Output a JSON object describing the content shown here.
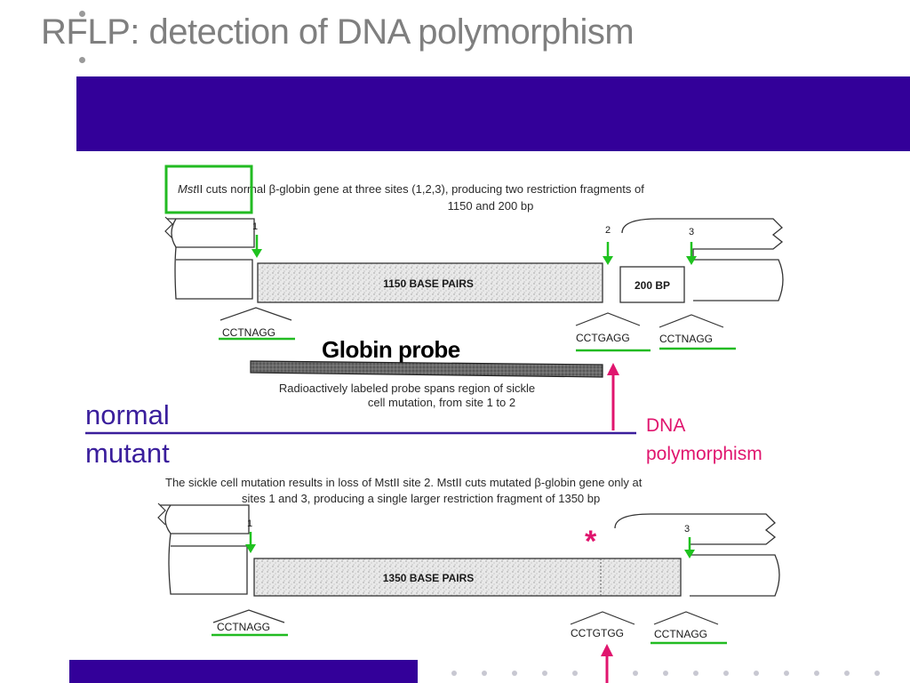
{
  "slide": {
    "title": "RFLP: detection of DNA polymorphism"
  },
  "colors": {
    "banner": "#330099",
    "highlight_green": "#22bb22",
    "arrow_green": "#1fc21f",
    "mutation_pink": "#e0156e",
    "label_purple": "#3a1e9c",
    "title_gray": "#7f7f7f"
  },
  "normal_gene": {
    "caption_line1_italic": "Mst",
    "caption_line1_rest": "II cuts normal β-globin gene at three sites (1,2,3), producing two restriction fragments of",
    "caption_line2": "1150 and 200 bp",
    "site_numbers": [
      "1",
      "2",
      "3"
    ],
    "fragment_large": "1150 BASE PAIRS",
    "fragment_small": "200 BP",
    "site_sequences": [
      "CCTNAGG",
      "CCTGAGG",
      "CCTNAGG"
    ]
  },
  "probe": {
    "label": "Globin probe",
    "caption_line1": "Radioactively labeled probe spans region of sickle",
    "caption_line2": "cell mutation, from site 1 to 2"
  },
  "comparison": {
    "normal_label": "normal",
    "mutant_label": "mutant",
    "polymorphism_label_line1": "DNA",
    "polymorphism_label_line2": "polymorphism"
  },
  "mutant_gene": {
    "caption_line1": "The sickle cell mutation results in loss of MstII site 2. MstII cuts mutated β-globin gene only at",
    "caption_line2": "sites 1 and 3, producing a single larger restriction fragment of 1350 bp",
    "site_numbers": [
      "1",
      "3"
    ],
    "fragment": "1350 BASE PAIRS",
    "site_sequences": [
      "CCTNAGG",
      "CCTGTGG",
      "CCTNAGG"
    ],
    "mutation_marker": "*"
  }
}
